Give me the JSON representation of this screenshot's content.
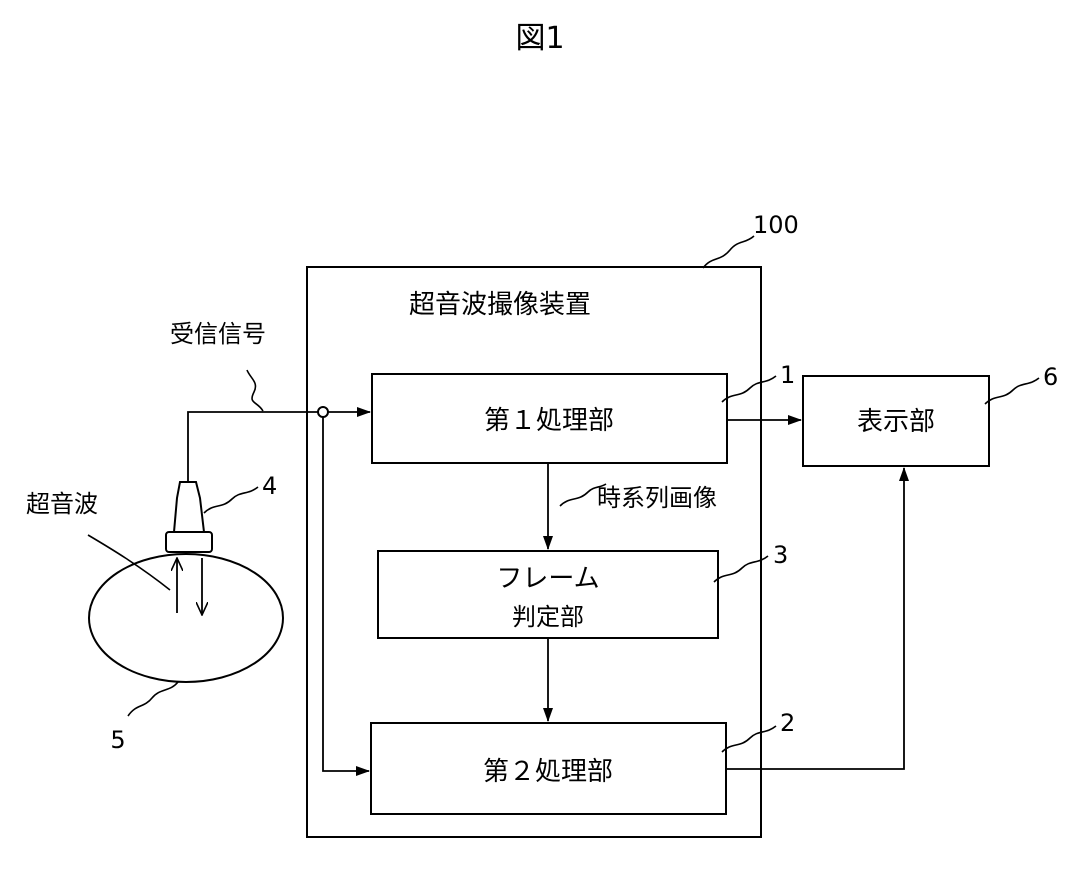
{
  "figure": {
    "title": "図1"
  },
  "device": {
    "label": "超音波撮像装置",
    "ref": "100"
  },
  "blocks": {
    "first_processing": {
      "label": "第１処理部",
      "ref": "1"
    },
    "frame_judge": {
      "label_line1": "フレーム",
      "label_line2": "判定部",
      "ref": "3"
    },
    "second_processing": {
      "label": "第２処理部",
      "ref": "2"
    },
    "display": {
      "label": "表示部",
      "ref": "6"
    }
  },
  "signals": {
    "received_signal": "受信信号",
    "time_series_image": "時系列画像",
    "ultrasound": "超音波"
  },
  "probe": {
    "ref": "4"
  },
  "subject": {
    "ref": "5"
  },
  "colors": {
    "line": "#000000",
    "background": "#ffffff"
  }
}
